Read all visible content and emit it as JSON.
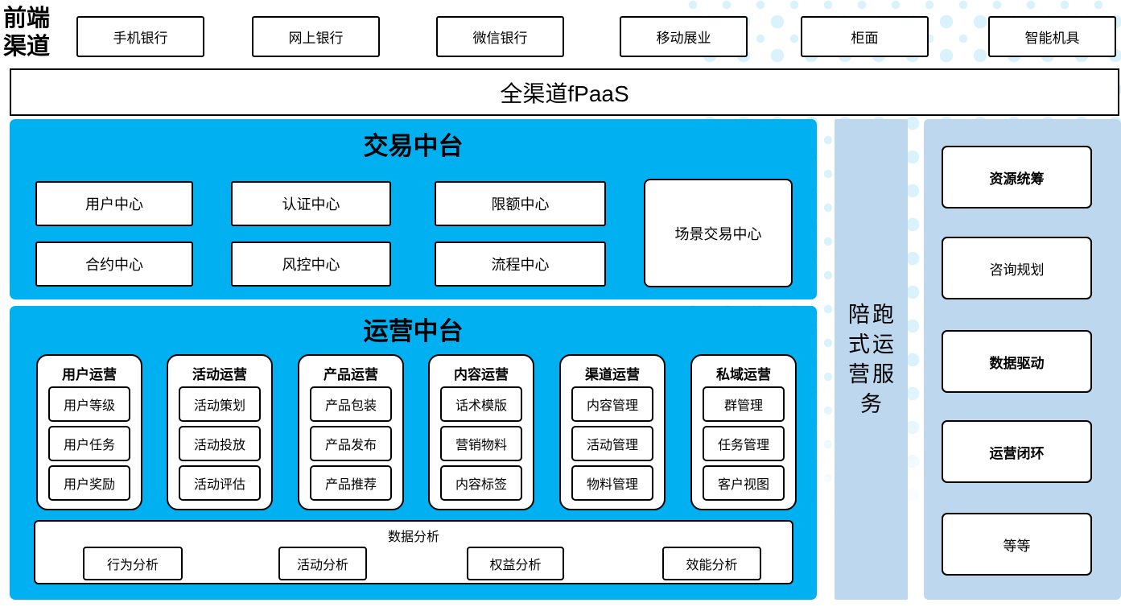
{
  "colors": {
    "accent": "#00B0F0",
    "light": "#BDD7EE",
    "dot": "#D9F2FC"
  },
  "front_label": {
    "text": "前端渠道",
    "lines": [
      "前端",
      "渠道"
    ]
  },
  "channels": [
    "手机银行",
    "网上银行",
    "微信银行",
    "移动展业",
    "柜面",
    "智能机具"
  ],
  "fpaas_label": "全渠道fPaaS",
  "trading": {
    "title": "交易中台",
    "boxes": [
      "用户中心",
      "认证中心",
      "限额中心",
      "合约中心",
      "风控中心",
      "流程中心"
    ],
    "tall_box": "场景交易中心"
  },
  "operations": {
    "title": "运营中台",
    "groups": [
      {
        "title": "用户运营",
        "items": [
          "用户等级",
          "用户任务",
          "用户奖励"
        ]
      },
      {
        "title": "活动运营",
        "items": [
          "活动策划",
          "活动投放",
          "活动评估"
        ]
      },
      {
        "title": "产品运营",
        "items": [
          "产品包装",
          "产品发布",
          "产品推荐"
        ]
      },
      {
        "title": "内容运营",
        "items": [
          "话术模版",
          "营销物料",
          "内容标签"
        ]
      },
      {
        "title": "渠道运营",
        "items": [
          "内容管理",
          "活动管理",
          "物料管理"
        ]
      },
      {
        "title": "私域运营",
        "items": [
          "群管理",
          "任务管理",
          "客户视图"
        ]
      }
    ],
    "analysis": {
      "title": "数据分析",
      "items": [
        "行为分析",
        "活动分析",
        "权益分析",
        "效能分析"
      ]
    }
  },
  "companion_bar": {
    "label": "陪跑式运营服务",
    "lines": [
      "陪跑",
      "式运",
      "营服",
      "务"
    ]
  },
  "right_panel": {
    "items": [
      "资源统筹",
      "咨询规划",
      "数据驱动",
      "运营闭环",
      "等等"
    ]
  }
}
